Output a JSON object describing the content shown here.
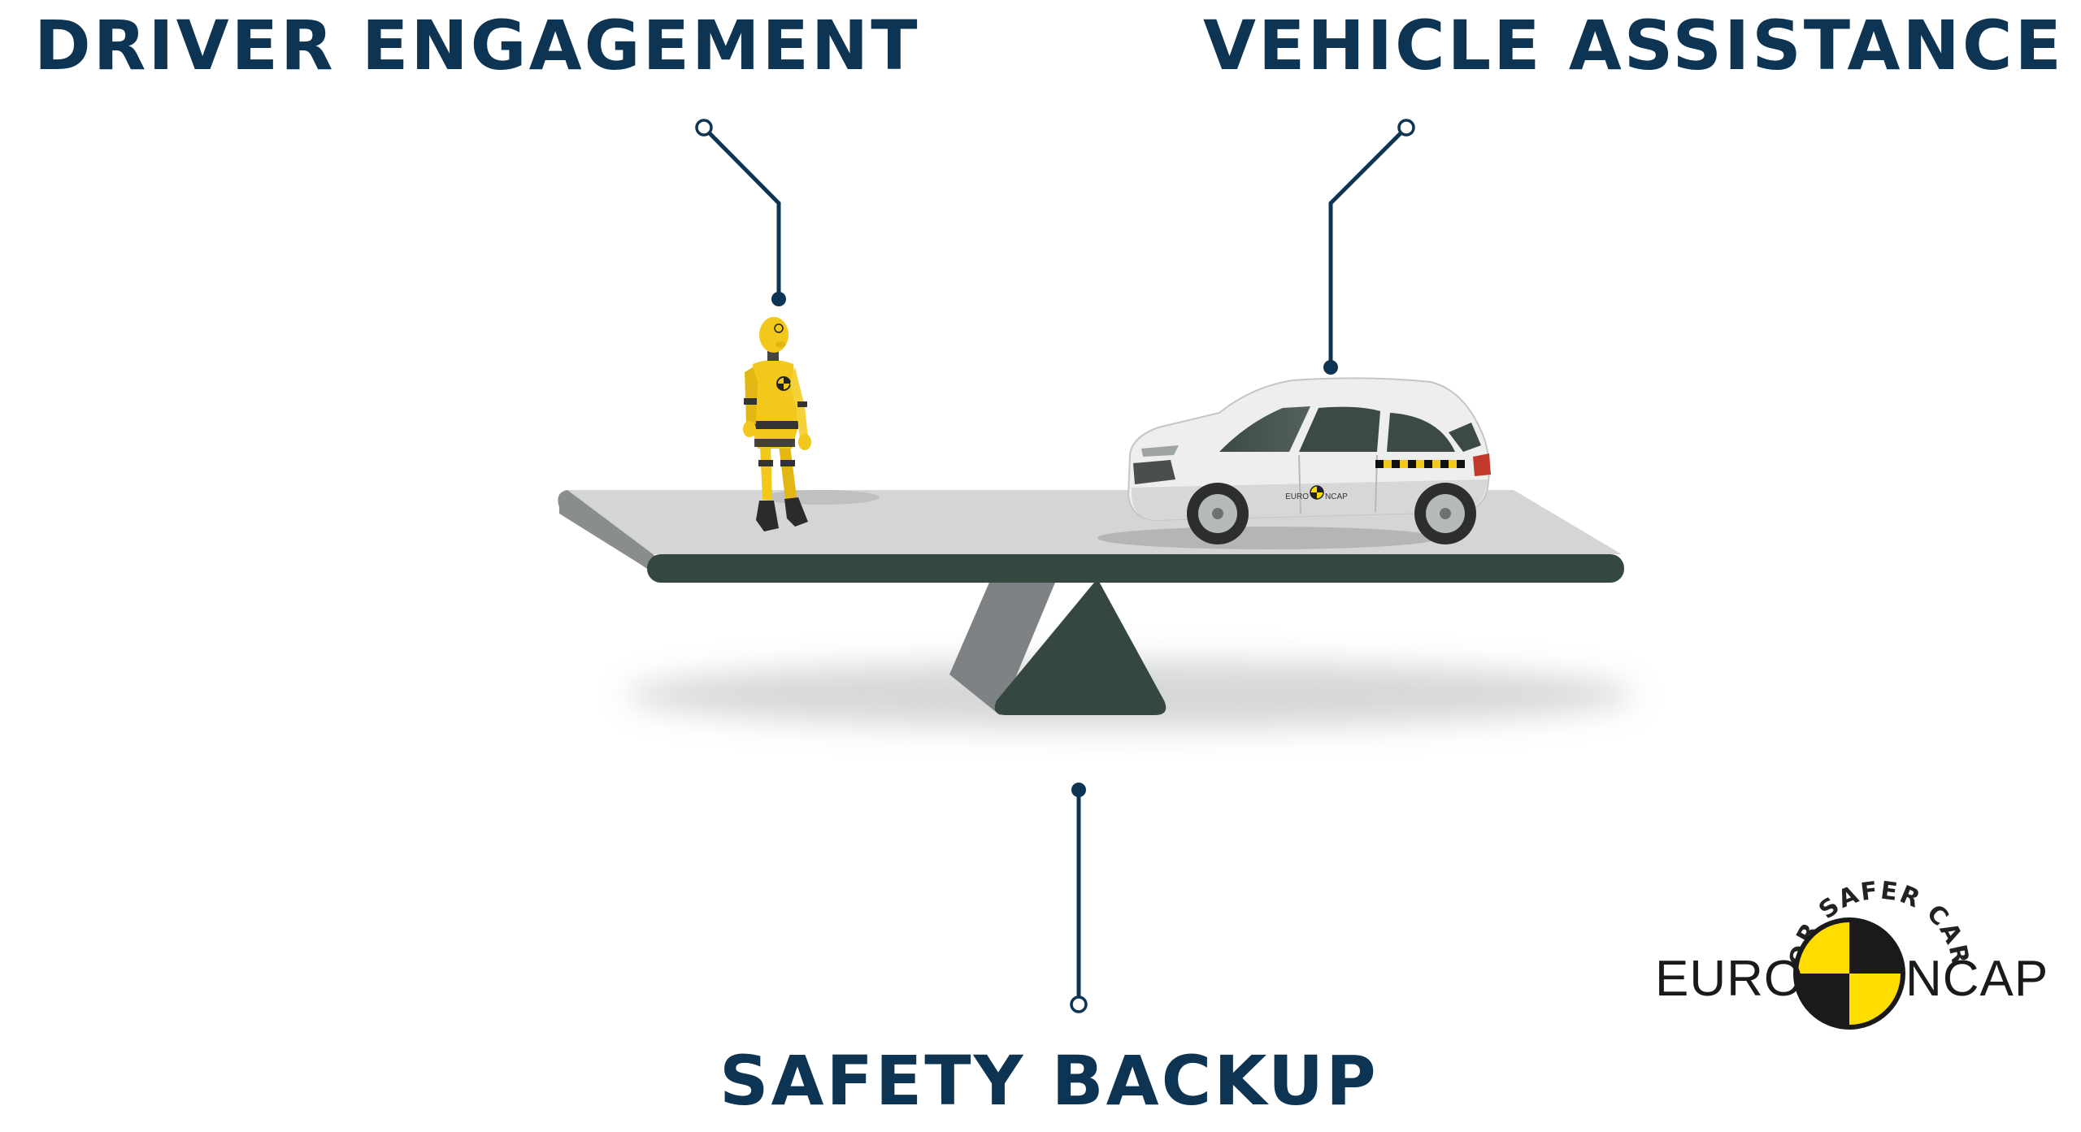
{
  "headings": {
    "driver": "DRIVER ENGAGEMENT",
    "vehicle": "VEHICLE ASSISTANCE",
    "safety": "SAFETY BACKUP"
  },
  "car_badge": {
    "left": "EURO",
    "right": "NCAP"
  },
  "logo": {
    "left": "EURO",
    "right": "NCAP",
    "tagline": "FOR SAFER CARS"
  },
  "colors": {
    "heading": "#0d3452",
    "plank_top": "#d4d5d6",
    "plank_edge": "#344840",
    "pivot": "#344840",
    "pivot_side": "#7f8284",
    "dummy": "#f2c81c",
    "car_body": "#eeeeee",
    "logo_yellow": "#ffdd00"
  }
}
